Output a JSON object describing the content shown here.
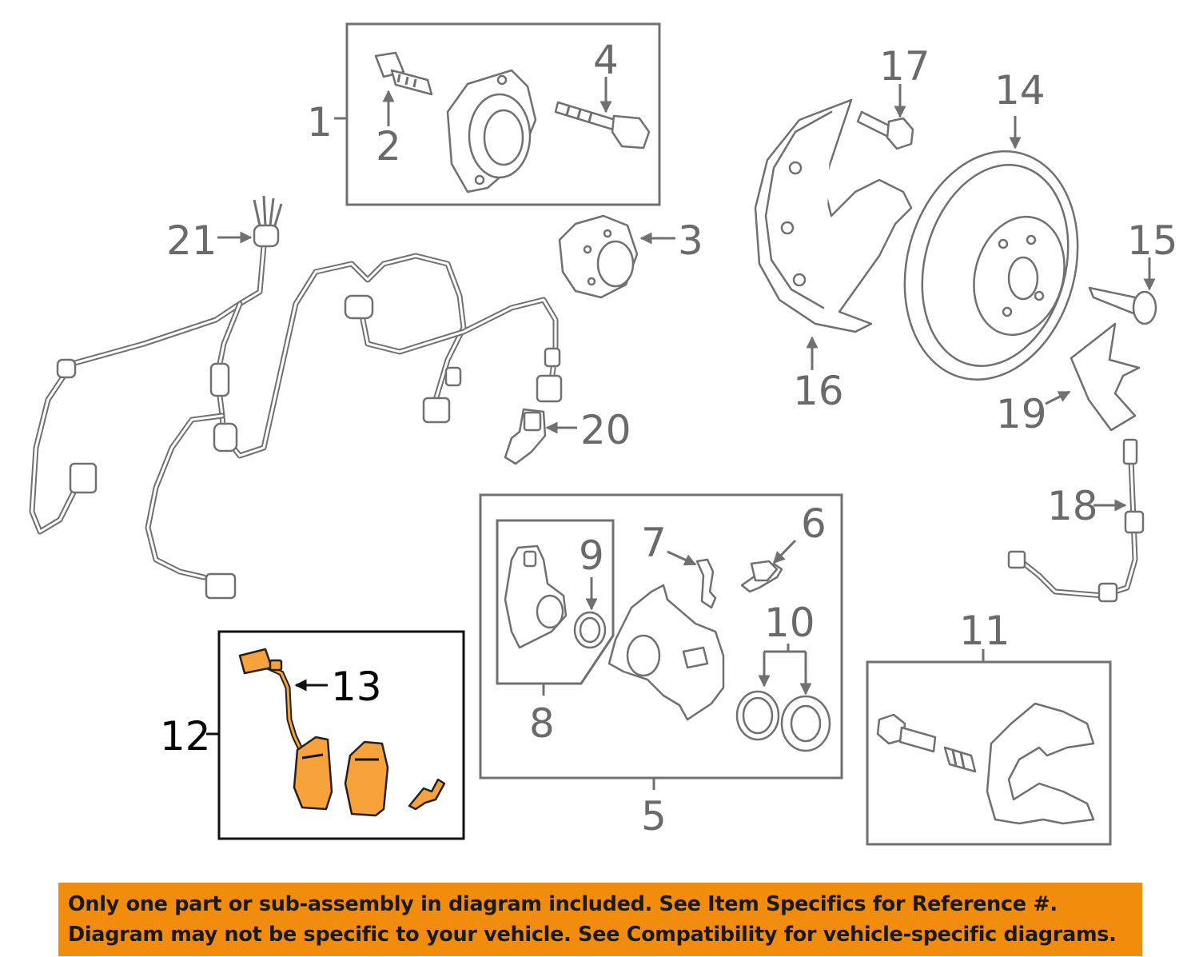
{
  "callouts": {
    "c1": "1",
    "c2": "2",
    "c3": "3",
    "c4": "4",
    "c5": "5",
    "c6": "6",
    "c7": "7",
    "c8": "8",
    "c9": "9",
    "c10": "10",
    "c11": "11",
    "c12": "12",
    "c13": "13",
    "c14": "14",
    "c15": "15",
    "c16": "16",
    "c17": "17",
    "c18": "18",
    "c19": "19",
    "c20": "20",
    "c21": "21"
  },
  "highlight_color": "#f7a23a",
  "banner": {
    "color": "#f28c0c",
    "line1": "Only one part or sub-assembly in diagram included. See Item Specifics for Reference #.",
    "line2": "Diagram may not be specific to your vehicle. See Compatibility for vehicle-specific diagrams."
  }
}
